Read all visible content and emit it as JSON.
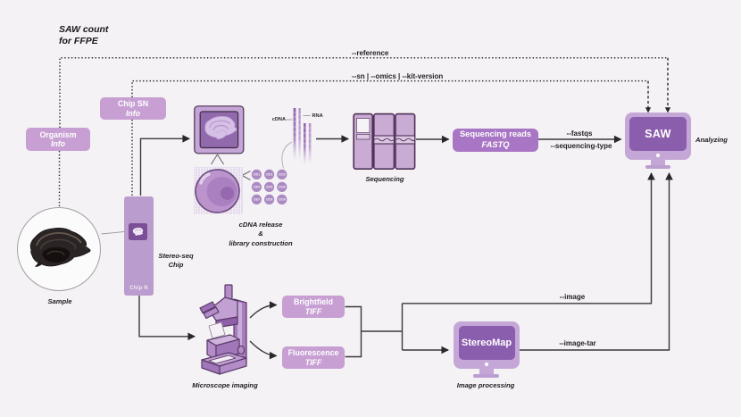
{
  "title": {
    "line1": "SAW count",
    "line2": "for FFPE"
  },
  "param_labels": {
    "reference": "--reference",
    "sn_omics_kit": "--sn | --omics | --kit-version",
    "fastqs": "--fastqs",
    "sequencing_type": "--sequencing-type",
    "image": "--image",
    "image_tar": "--image-tar"
  },
  "boxes": {
    "organism": {
      "line1": "Organism",
      "line2": "Info"
    },
    "chip_sn": {
      "line1": "Chip SN",
      "line2": "Info"
    },
    "sequencing_reads": {
      "line1": "Sequencing reads",
      "line2": "FASTQ"
    },
    "brightfield": {
      "line1": "Brightfield",
      "line2": "TIFF"
    },
    "fluorescence": {
      "line1": "Fluorescence",
      "line2": "TIFF"
    }
  },
  "apps": {
    "saw": "SAW",
    "stereomap": "StereoMap"
  },
  "captions": {
    "sample": "Sample",
    "stereo_seq_chip_line1": "Stereo-seq",
    "stereo_seq_chip_line2": "Chip",
    "chip_n": "Chip N",
    "cdna_release_line1": "cDNA release",
    "cdna_release_line2": "&",
    "cdna_release_line3": "library construction",
    "sequencing": "Sequencing",
    "microscope_imaging": "Microscope imaging",
    "image_processing": "Image processing",
    "analyzing": "Analyzing",
    "cdna": "cDNA",
    "rna": "RNA"
  },
  "cid": [
    "CID1",
    "CID2",
    "CID3",
    "CID4",
    "CID5",
    "CID6",
    "CID7",
    "CID8",
    "CID9"
  ],
  "colors": {
    "background": "#f4f2f4",
    "box_light": "#c79fd3",
    "box_dark": "#a876c4",
    "screen": "#8b5dad",
    "monitor_body": "#c4a7d7",
    "chip_body": "#bb9cce",
    "chip_icon": "#7b4f96",
    "line": "#3c373d",
    "text_dark": "#1d1b1e"
  }
}
